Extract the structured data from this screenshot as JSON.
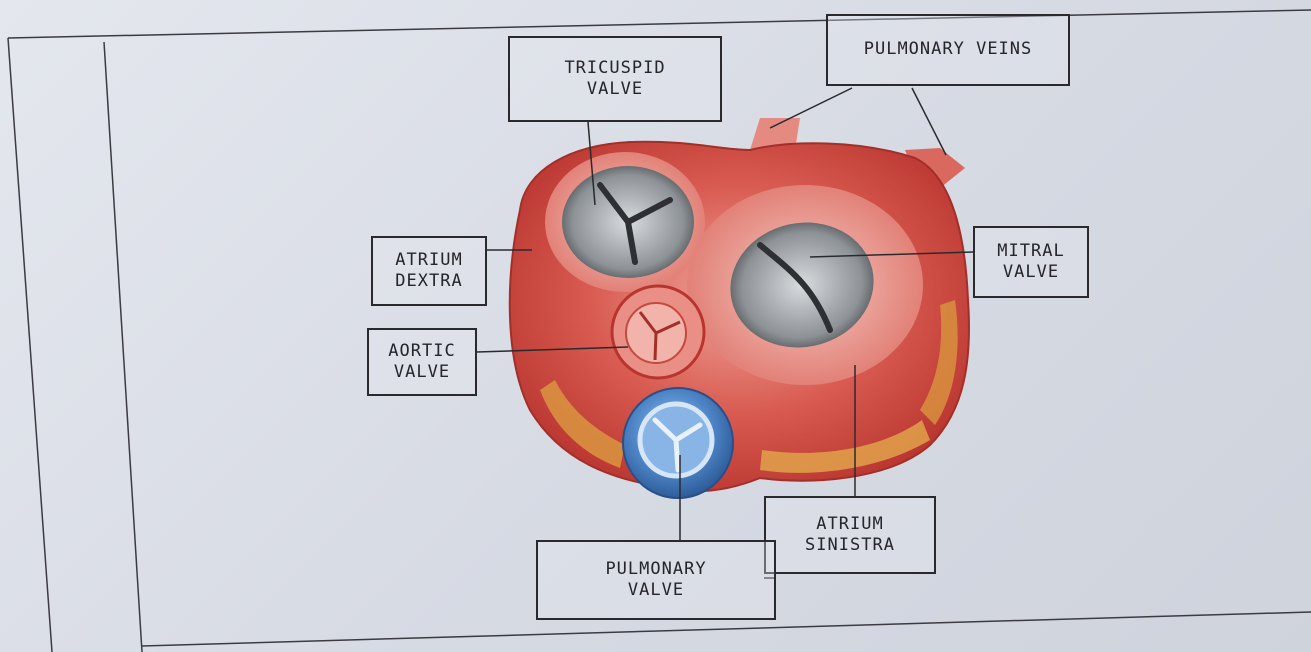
{
  "labels": {
    "tricuspid_valve": "TRICUSPID\nVALVE",
    "pulmonary_veins": "PULMONARY VEINS",
    "atrium_dextra": "ATRIUM\nDEXTRA",
    "aortic_valve": "AORTIC\nVALVE",
    "mitral_valve": "MITRAL\nVALVE",
    "atrium_sinistra": "ATRIUM\nSINISTRA",
    "pulmonary_valve": "PULMONARY\nVALVE"
  },
  "colors": {
    "paper": "#dfe2ea",
    "ink": "#25252b",
    "myocardium": "#c9463f",
    "myocardium_light": "#e98f86",
    "fat": "#d9953f",
    "pulmonary_valve": "#4f86c8",
    "valve_opening": "#9aa0a4"
  }
}
